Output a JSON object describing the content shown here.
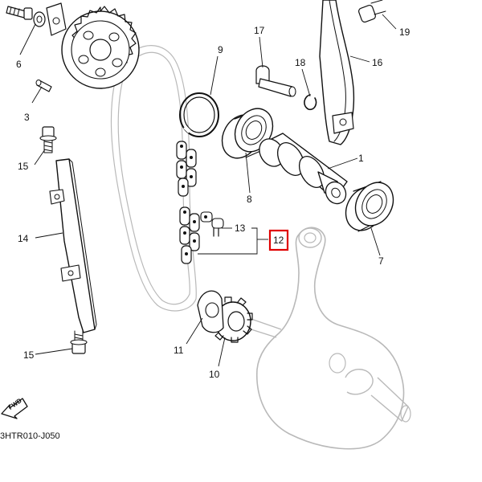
{
  "diagram": {
    "callouts": {
      "c1": "1",
      "c3": "3",
      "c6": "6",
      "c7": "7",
      "c8": "8",
      "c9": "9",
      "c10": "10",
      "c11": "11",
      "c12": "12",
      "c13": "13",
      "c14": "14",
      "c15a": "15",
      "c15b": "15",
      "c16": "16",
      "c17": "17",
      "c18": "18",
      "c19": "19"
    },
    "highlighted_callout": "12",
    "highlight_color": "#e00000",
    "fwd_label": "FWD",
    "diagram_code": "3HTR010-J050"
  }
}
